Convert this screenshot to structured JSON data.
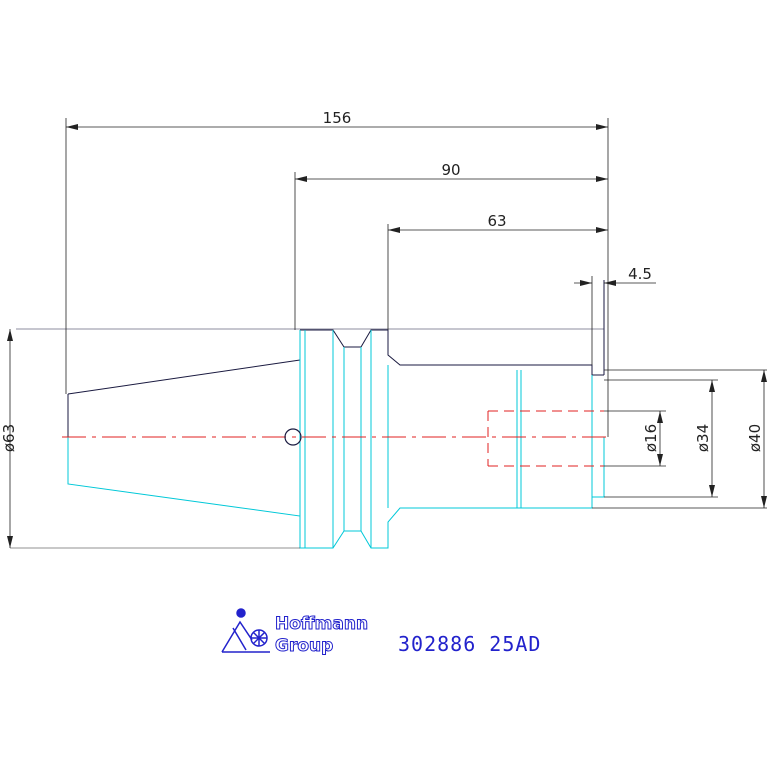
{
  "dimensions": {
    "total_length": "156",
    "length_90": "90",
    "length_63": "63",
    "offset_4_5": "4.5",
    "dia_63": "ø63",
    "dia_16": "ø16",
    "dia_34": "ø34",
    "dia_40": "ø40"
  },
  "footer": {
    "brand_line1": "Hoffmann",
    "brand_line2": "Group",
    "part_number": "302886 25AD"
  },
  "colors": {
    "outline": "#1a1a40",
    "cyan_edges": "#00c8d8",
    "centerline": "#e02020",
    "brand_blue": "#2222cc",
    "dimension": "#222222"
  }
}
